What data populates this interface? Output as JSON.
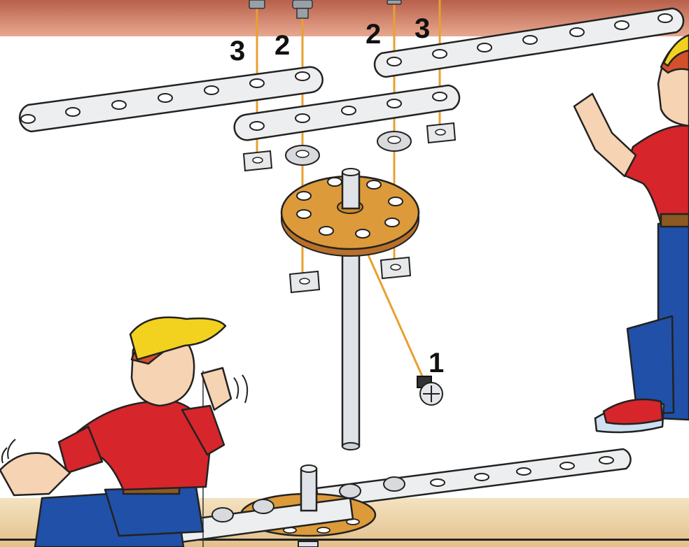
{
  "illustration": {
    "step_labels": {
      "label_1": "1",
      "label_2a": "2",
      "label_2b": "2",
      "label_3a": "3",
      "label_3b": "3"
    },
    "colors": {
      "top_band": "#c8745a",
      "bottom_band": "#e9d0a3",
      "guide_line": "#e8a030",
      "strip_fill": "#eceef0",
      "disc_fill": "#dc9a3a",
      "shirt_red": "#d6252b",
      "jeans_blue": "#2050a8",
      "cap_yellow": "#f2d21e",
      "skin": "#f6d3b3",
      "hair": "#d2502a"
    }
  }
}
